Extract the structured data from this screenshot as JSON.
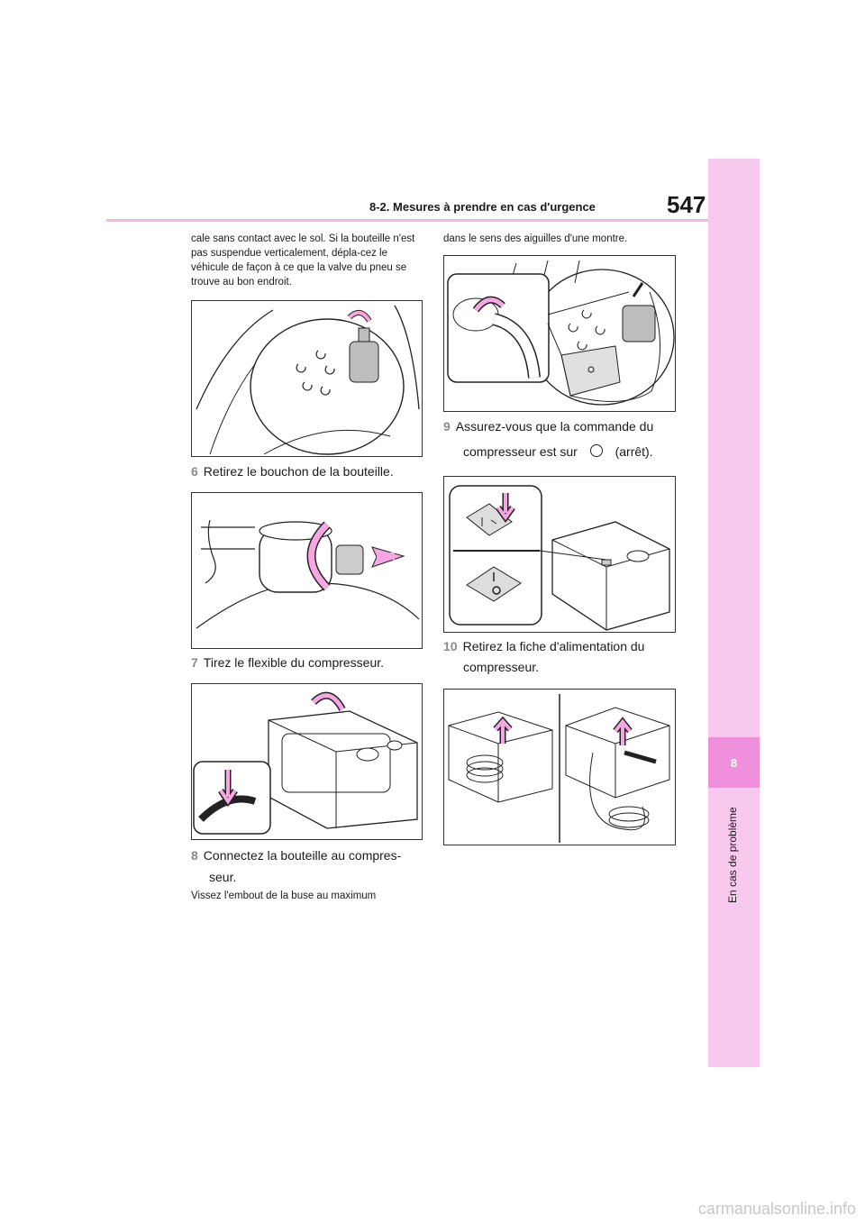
{
  "header": {
    "section_title": "8-2. Mesures à prendre en cas d'urgence",
    "page_number": "547"
  },
  "side_tab": {
    "chapter_number": "8",
    "chapter_title": "En cas de problème"
  },
  "left_column": {
    "intro_text": "cale sans contact avec le sol. Si la bouteille n'est pas suspendue verticalement, dépla-cez le véhicule de façon à ce que la valve du pneu se trouve au bon endroit.",
    "step6": {
      "number": "6",
      "text": "Retirez le bouchon de la bouteille."
    },
    "step7": {
      "number": "7",
      "text": "Tirez le flexible du compresseur."
    },
    "step8": {
      "number": "8",
      "text_line1": "Connectez la bouteille au compres-",
      "text_line2": "seur."
    },
    "after_step8": "Vissez l'embout de la buse au maximum"
  },
  "right_column": {
    "intro_text": "dans le sens des aiguilles d'une montre.",
    "step9": {
      "number": "9",
      "text_line1": "Assurez-vous que la commande du",
      "text_line2_before": "compresseur est sur",
      "text_line2_after": "(arrêt)."
    },
    "step10": {
      "number": "10",
      "text_line1": "Retirez la fiche d'alimentation du",
      "text_line2": "compresseur."
    }
  },
  "footer": {
    "watermark": "carmanualsonline.info"
  },
  "colors": {
    "accent_pink": "#f4b6e4",
    "tab_pink": "#f9c8ef",
    "tab_dark_pink": "#f090dc",
    "arrow_pink": "#f5a6e3"
  }
}
